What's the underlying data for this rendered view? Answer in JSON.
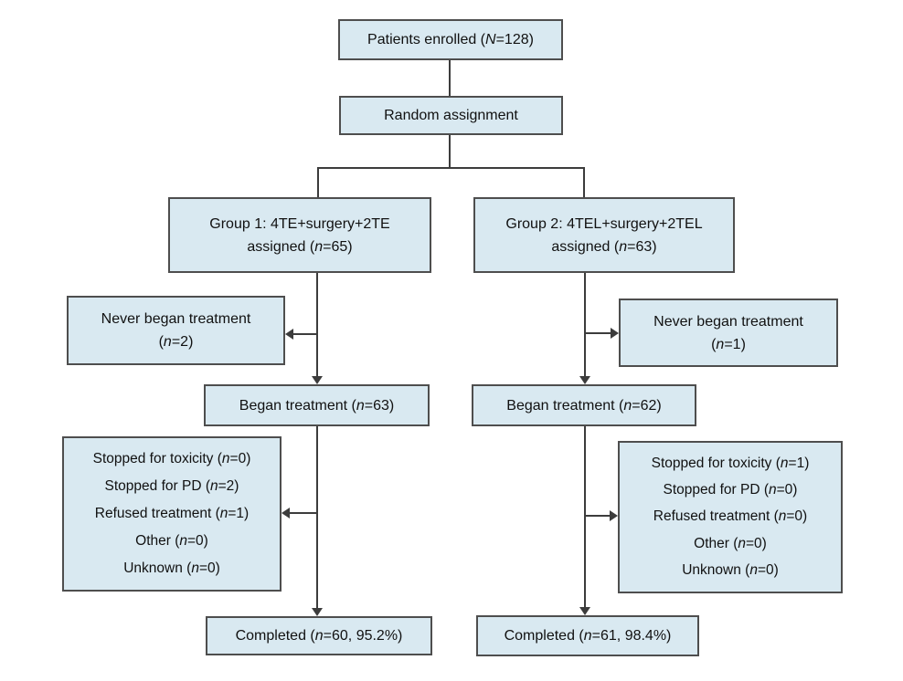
{
  "colors": {
    "box_fill": "#d9e9f1",
    "box_border": "#4e4e4e",
    "connector": "#3c3c3c",
    "text": "#111111",
    "background": "#ffffff"
  },
  "boxes": {
    "enrolled": {
      "pre": "Patients enrolled (",
      "var": "N",
      "post": "=128)"
    },
    "random": {
      "label": "Random assignment"
    },
    "group1": {
      "line1": "Group 1: 4TE+surgery+2TE",
      "pre": "assigned (",
      "var": "n",
      "post": "=65)"
    },
    "group2": {
      "line1": "Group 2: 4TEL+surgery+2TEL",
      "pre": "assigned (",
      "var": "n",
      "post": "=63)"
    },
    "never1": {
      "line1": "Never began treatment",
      "pre": "(",
      "var": "n",
      "post": "=2)"
    },
    "never2": {
      "line1": "Never began treatment",
      "pre": "(",
      "var": "n",
      "post": "=1)"
    },
    "began1": {
      "pre": "Began treatment (",
      "var": "n",
      "post": "=63)"
    },
    "began2": {
      "pre": "Began treatment (",
      "var": "n",
      "post": "=62)"
    },
    "completed1": {
      "pre": "Completed (",
      "var": "n",
      "post": "=60, 95.2%)"
    },
    "completed2": {
      "pre": "Completed (",
      "var": "n",
      "post": "=61, 98.4%)"
    }
  },
  "lists": {
    "left": {
      "items": [
        {
          "pre": "Stopped for toxicity (",
          "var": "n",
          "post": "=0)"
        },
        {
          "pre": "Stopped for PD (",
          "var": "n",
          "post": "=2)"
        },
        {
          "pre": "Refused treatment (",
          "var": "n",
          "post": "=1)"
        },
        {
          "pre": "Other (",
          "var": "n",
          "post": "=0)"
        },
        {
          "pre": "Unknown (",
          "var": "n",
          "post": "=0)"
        }
      ]
    },
    "right": {
      "items": [
        {
          "pre": "Stopped for toxicity (",
          "var": "n",
          "post": "=1)"
        },
        {
          "pre": "Stopped for PD (",
          "var": "n",
          "post": "=0)"
        },
        {
          "pre": "Refused treatment (",
          "var": "n",
          "post": "=0)"
        },
        {
          "pre": "Other (",
          "var": "n",
          "post": "=0)"
        },
        {
          "pre": "Unknown (",
          "var": "n",
          "post": "=0)"
        }
      ]
    }
  }
}
